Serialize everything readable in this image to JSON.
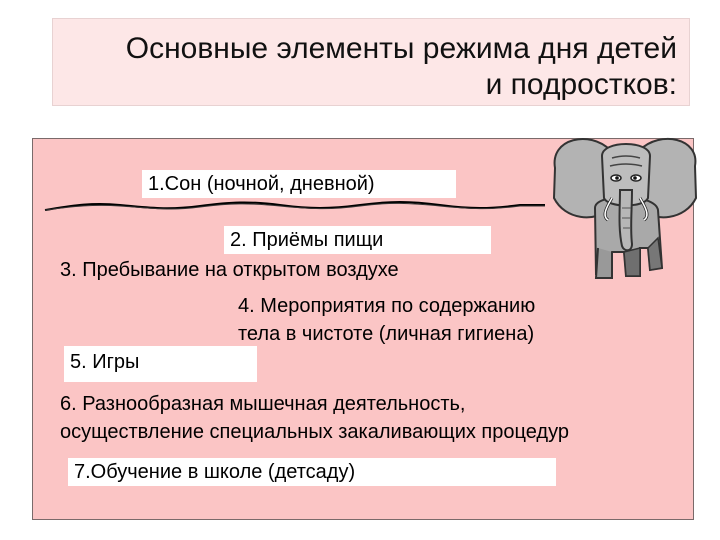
{
  "title": "Основные элементы режима дня детей\nи подростков:",
  "items": {
    "sleep": "1.Сон (ночной, дневной)",
    "meals": "2.    Приёмы пищи",
    "outdoor": "3.     Пребывание на открытом воздухе",
    "hygiene_line1": "4.    Мероприятия по содержанию",
    "hygiene_line2": "тела в чистоте        (личная гигиена)",
    "games": "5.    Игры",
    "activity_line1": "6.    Разнообразная мышечная деятельность,",
    "activity_line2": "осуществление специальных закаливающих процедур",
    "school": "7.Обучение в  школе (детсаду)"
  },
  "colors": {
    "title_background": "#fde7e7",
    "content_background": "#fbc5c5",
    "label_background": "#ffffff"
  },
  "icons": [
    "elephant-icon",
    "wave-line-divider"
  ]
}
